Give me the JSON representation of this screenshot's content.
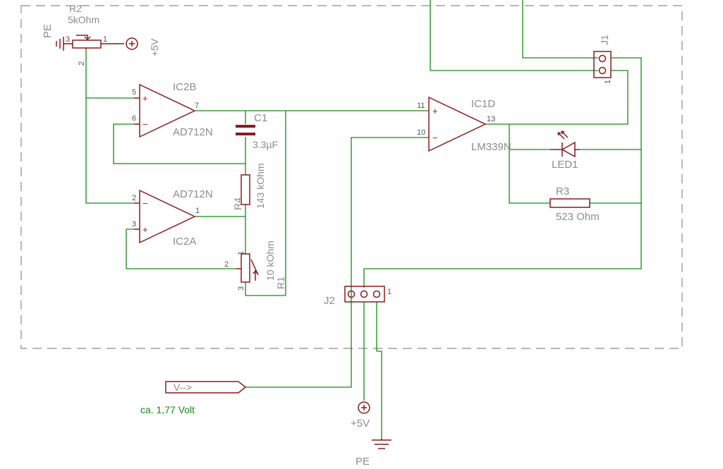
{
  "colors": {
    "wire": "#148c14",
    "symbol": "#8b1a1a",
    "frame": "#8c8c8c",
    "label": "#8c8c8c",
    "note": "#148c14"
  },
  "labels": {
    "pe_top": "PE",
    "r2_name": "R2",
    "r2_value": "5kOhm",
    "plus5v_top": "+5V",
    "ic2b_name": "IC2B",
    "ic2b_part": "AD712N",
    "ic2a_part": "AD712N",
    "ic2a_name": "IC2A",
    "c1_name": "C1",
    "c1_value": "3.3µF",
    "r4_name": "R4",
    "r4_value": "143 kOhm",
    "r1_value": "10 kOhm",
    "r1_name": "R1",
    "ic1d_name": "IC1D",
    "ic1d_part": "LM339N",
    "led1_name": "LED1",
    "r3_name": "R3",
    "r3_value": "523 Ohm",
    "j1_name": "J1",
    "j2_name": "J2",
    "vin_tag": "V-->",
    "voltage_note": "ca. 1,77 Volt",
    "plus5v_bottom": "+5V",
    "pe_bottom": "PE"
  },
  "pins": {
    "r2_p3": "3",
    "r2_p1": "1",
    "r2_p2": "2",
    "ic2b_p5": "5",
    "ic2b_p6": "6",
    "ic2b_p7": "7",
    "ic2a_p2": "2",
    "ic2a_p3": "3",
    "ic2a_p1": "1",
    "r1_p1": "1",
    "r1_p2": "2",
    "r1_p3": "3",
    "ic1d_p11": "11",
    "ic1d_p10": "10",
    "ic1d_p13": "13",
    "j1_p1": "1",
    "j2_p1": "1",
    "plus": "+",
    "minus": "−"
  }
}
